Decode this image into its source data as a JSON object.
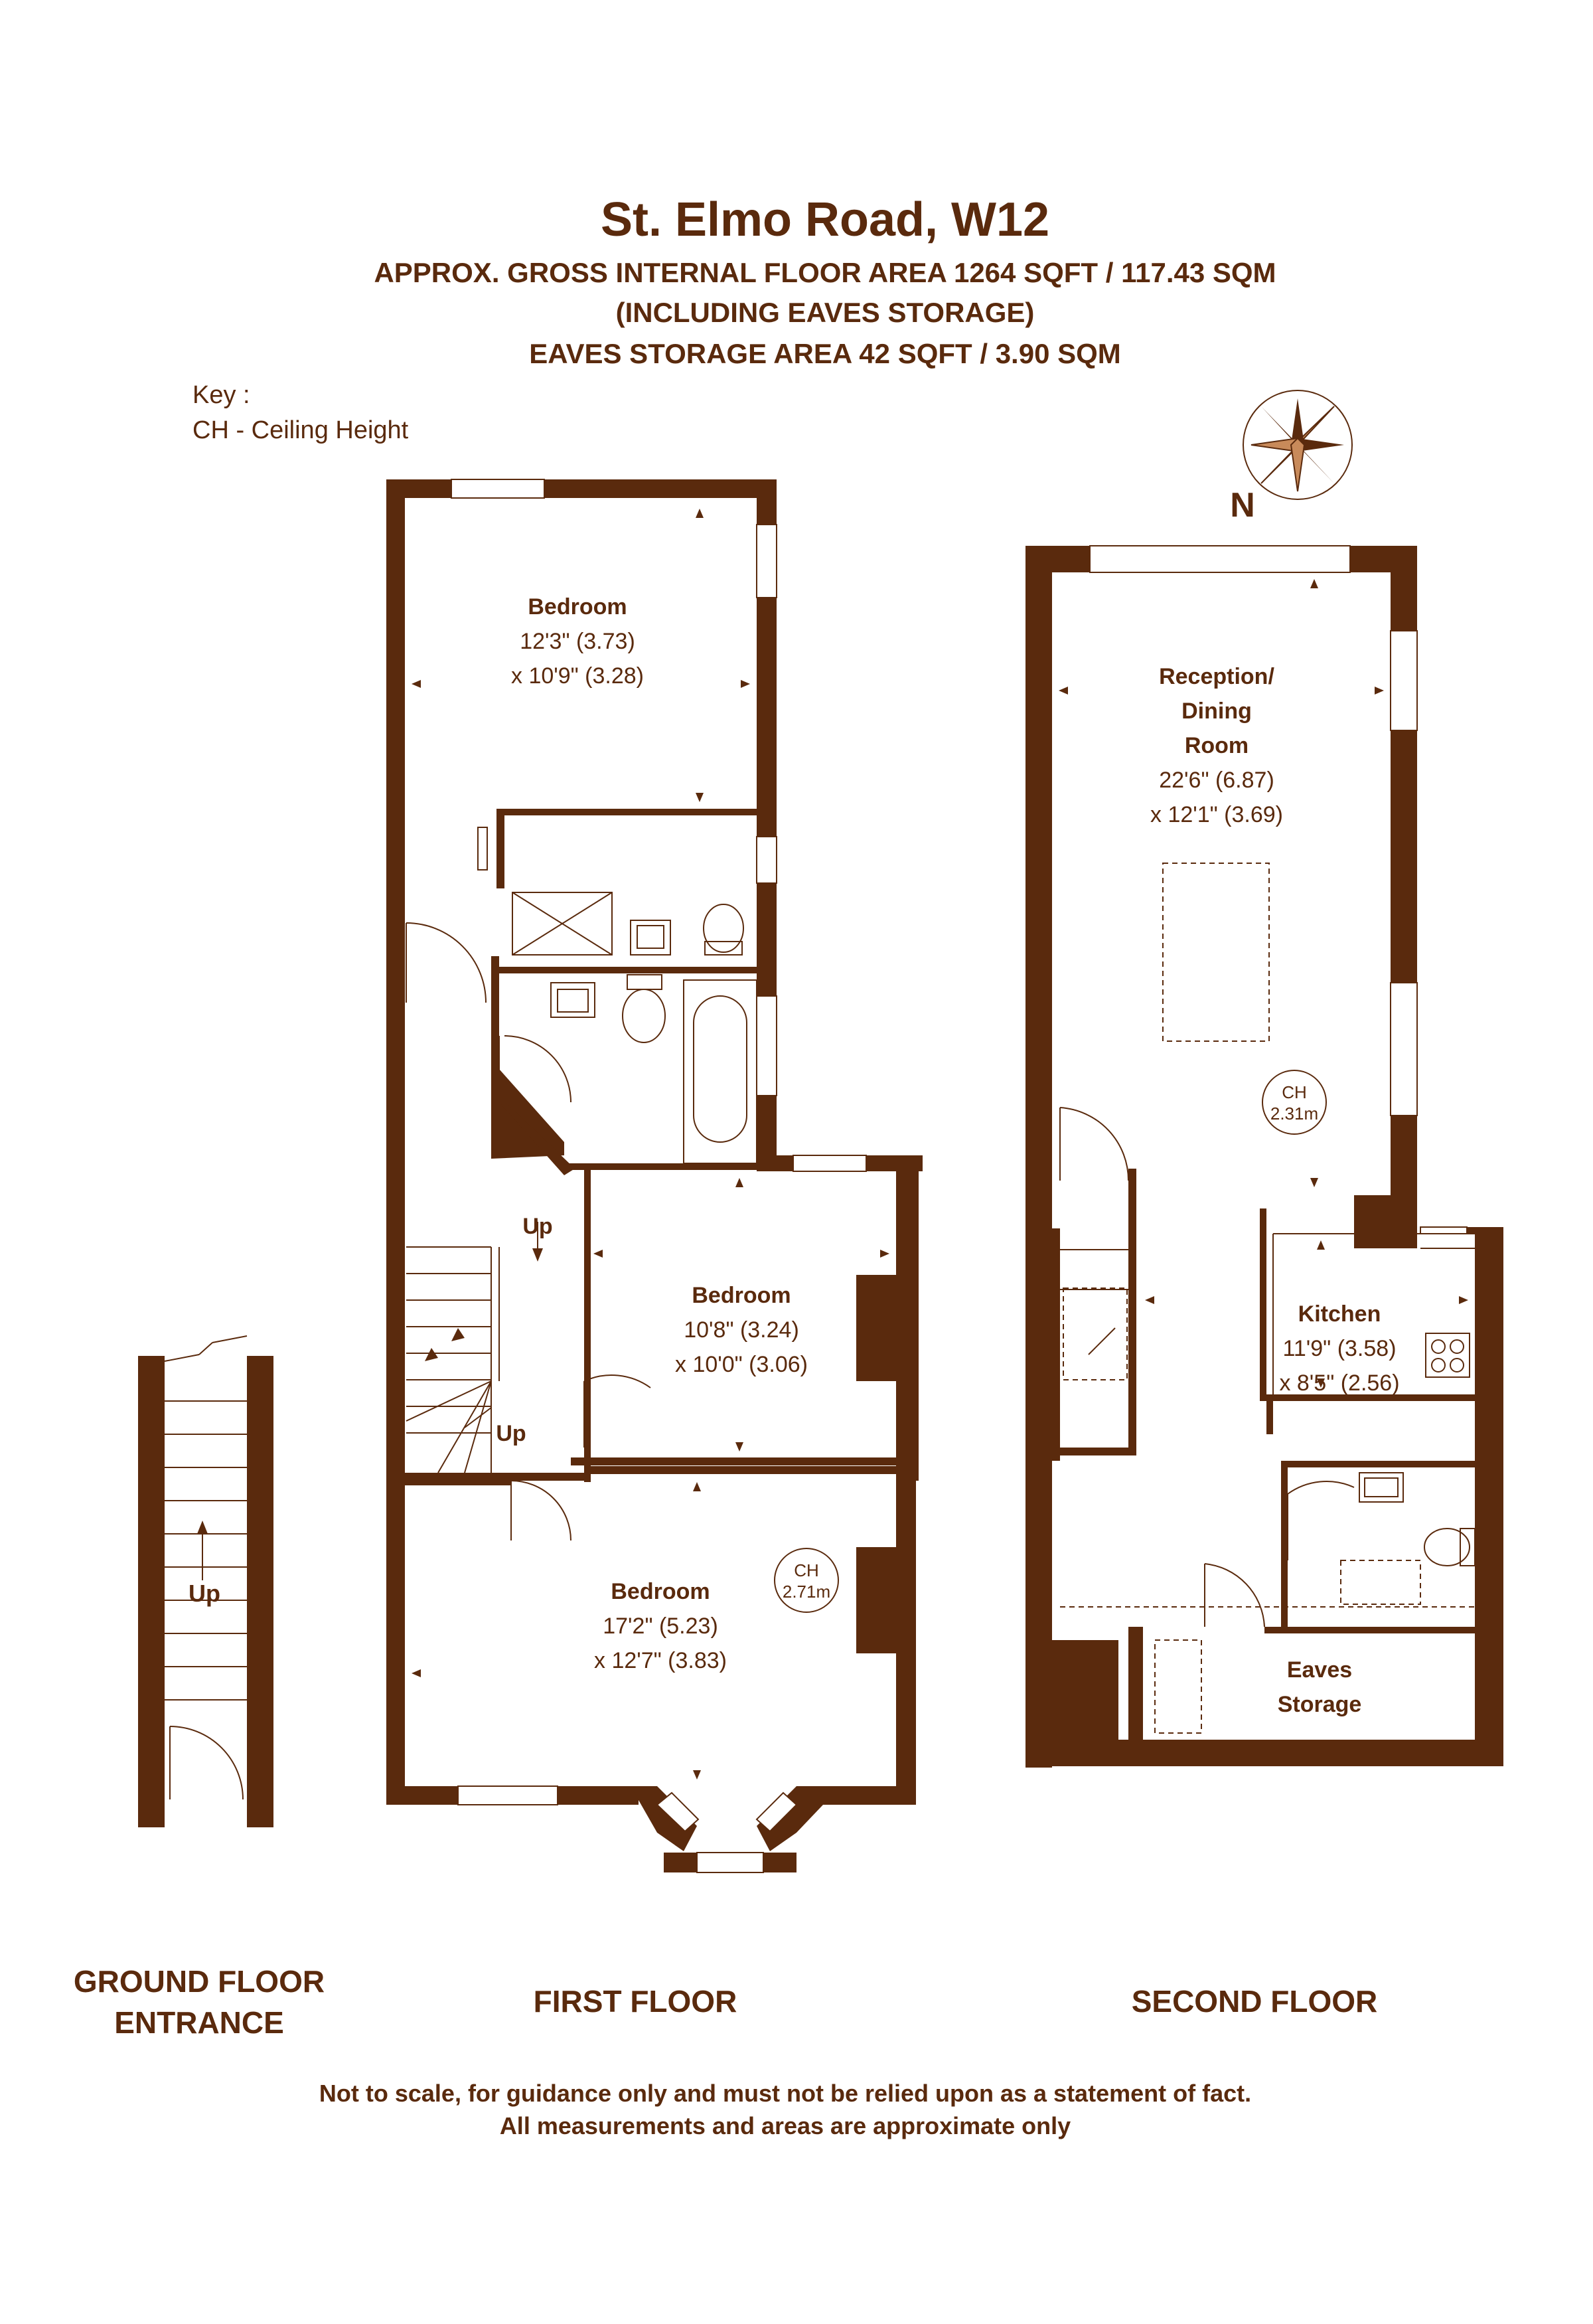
{
  "header": {
    "title": "St. Elmo Road, W12",
    "line1": "APPROX. GROSS INTERNAL FLOOR AREA 1264 SQFT / 117.43 SQM",
    "line2": "(INCLUDING EAVES STORAGE)",
    "line3": "EAVES STORAGE AREA 42 SQFT / 3.90 SQM"
  },
  "key": {
    "title": "Key :",
    "entry": "CH - Ceiling Height"
  },
  "compass": {
    "label": "N"
  },
  "first_floor": {
    "bedroom1": {
      "name": "Bedroom",
      "dim1": "12'3\" (3.73)",
      "dim2": "x 10'9\" (3.28)"
    },
    "bedroom2": {
      "name": "Bedroom",
      "dim1": "10'8\" (3.24)",
      "dim2": "x 10'0\" (3.06)"
    },
    "bedroom3": {
      "name": "Bedroom",
      "dim1": "17'2\" (5.23)",
      "dim2": "x 12'7\" (3.83)"
    },
    "ch": {
      "label": "CH",
      "value": "2.71m"
    },
    "up1": "Up",
    "up2": "Up"
  },
  "second_floor": {
    "reception": {
      "line1": "Reception/",
      "line2": "Dining",
      "line3": "Room",
      "dim1": "22'6\" (6.87)",
      "dim2": "x 12'1\" (3.69)"
    },
    "ch": {
      "label": "CH",
      "value": "2.31m"
    },
    "kitchen": {
      "name": "Kitchen",
      "dim1": "11'9\" (3.58)",
      "dim2": "x 8'5\" (2.56)"
    },
    "eaves": {
      "line1": "Eaves",
      "line2": "Storage"
    }
  },
  "ground_floor": {
    "up": "Up"
  },
  "labels": {
    "ground_line1": "GROUND FLOOR",
    "ground_line2": "ENTRANCE",
    "first": "FIRST FLOOR",
    "second": "SECOND FLOOR"
  },
  "footer": {
    "line1": "Not to scale, for guidance only and must not be relied upon as a statement of fact.",
    "line2": "All measurements and areas are approximate only"
  }
}
